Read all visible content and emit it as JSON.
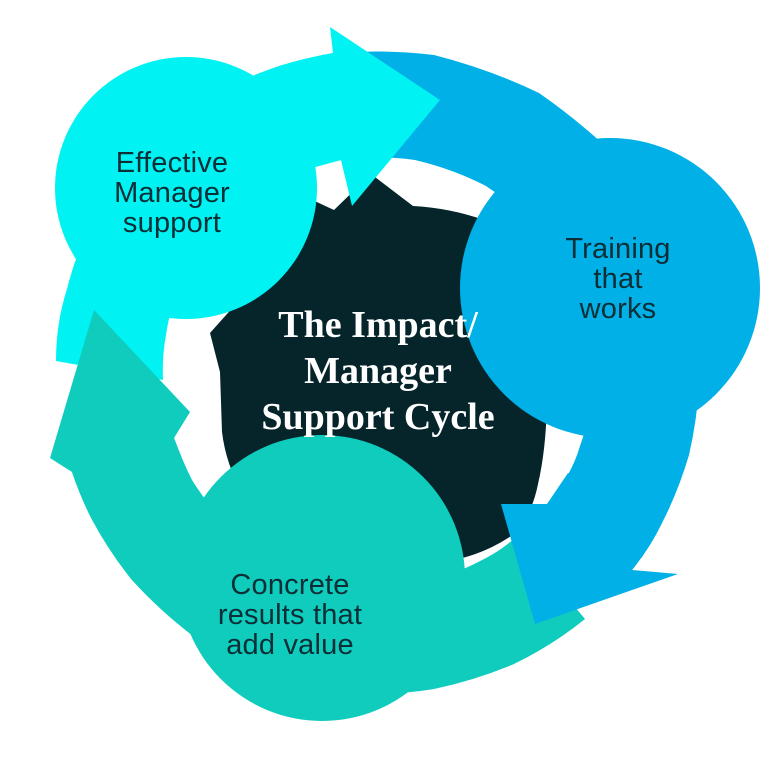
{
  "diagram": {
    "type": "cycle",
    "title": {
      "lines": [
        "The Impact/",
        "Manager",
        "Support Cycle"
      ]
    },
    "nodes": [
      {
        "id": "effective-manager-support",
        "label": "Effective Manager support",
        "lines": [
          "Effective",
          "Manager",
          "support"
        ],
        "color": "#00f2f2"
      },
      {
        "id": "training-that-works",
        "label": "Training that works",
        "lines": [
          "Training",
          "that",
          "works"
        ],
        "color": "#00b0e6"
      },
      {
        "id": "concrete-results-that-add-value",
        "label": "Concrete results that add value",
        "lines": [
          "Concrete",
          "results that",
          "add value"
        ],
        "color": "#0fccbc"
      }
    ],
    "colors": {
      "background": "#ffffff",
      "center_shape": "#05252b",
      "title_text": "#ffffff",
      "label_text": "#0c2e36",
      "cyan_arrow": "#00f2f2",
      "blue_arrow": "#00b0e6",
      "teal_arrow": "#0fccbc"
    }
  }
}
